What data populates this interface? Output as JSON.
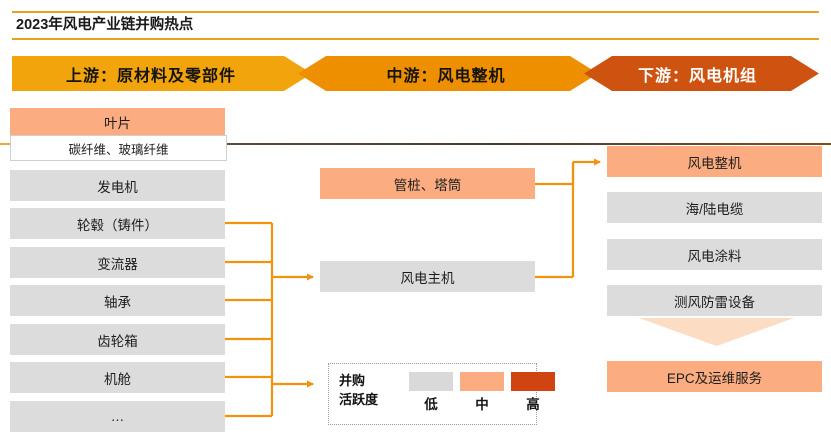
{
  "page": {
    "title": "2023年风电产业链并购热点",
    "accent_rule_color": "#e8a020"
  },
  "banner": {
    "segments": [
      {
        "label": "上游：原材料及零部件",
        "color": "#f2a40c",
        "text_color": "#141414"
      },
      {
        "label": "中游：风电整机",
        "color": "#ee8f00",
        "text_color": "#141414"
      },
      {
        "label": "下游：风电机组",
        "color": "#cf5310",
        "text_color": "#ffffff"
      }
    ]
  },
  "upstream": {
    "nodes": [
      {
        "label": "叶片",
        "activity": "中",
        "color": "#fbad81"
      },
      {
        "label": "碳纤维、玻璃纤维",
        "activity": "无",
        "color": "#ffffff"
      },
      {
        "label": "发电机",
        "activity": "低",
        "color": "#dcdcdc"
      },
      {
        "label": "轮毂（铸件）",
        "activity": "低",
        "color": "#dcdcdc"
      },
      {
        "label": "变流器",
        "activity": "低",
        "color": "#dcdcdc"
      },
      {
        "label": "轴承",
        "activity": "低",
        "color": "#dcdcdc"
      },
      {
        "label": "齿轮箱",
        "activity": "低",
        "color": "#dcdcdc"
      },
      {
        "label": "机舱",
        "activity": "低",
        "color": "#dcdcdc"
      },
      {
        "label": "…",
        "activity": "低",
        "color": "#dcdcdc"
      }
    ]
  },
  "midstream": {
    "nodes": [
      {
        "label": "管桩、塔筒",
        "activity": "中",
        "color": "#fbad81"
      },
      {
        "label": "风电主机",
        "activity": "低",
        "color": "#dcdcdc"
      }
    ]
  },
  "downstream": {
    "nodes": [
      {
        "label": "风电整机",
        "activity": "中",
        "color": "#fbad81"
      },
      {
        "label": "海/陆电缆",
        "activity": "低",
        "color": "#dcdcdc"
      },
      {
        "label": "风电涂料",
        "activity": "低",
        "color": "#dcdcdc"
      },
      {
        "label": "测风防雷设备",
        "activity": "低",
        "color": "#dcdcdc"
      },
      {
        "label": "EPC及运维服务",
        "activity": "中",
        "color": "#fbad81"
      }
    ]
  },
  "legend": {
    "title_line1": "并购",
    "title_line2": "活跃度",
    "items": [
      {
        "label": "低",
        "color": "#d9d9d9"
      },
      {
        "label": "中",
        "color": "#fbad81"
      },
      {
        "label": "高",
        "color": "#cf4410"
      }
    ]
  },
  "connector_color": "#f2930f"
}
